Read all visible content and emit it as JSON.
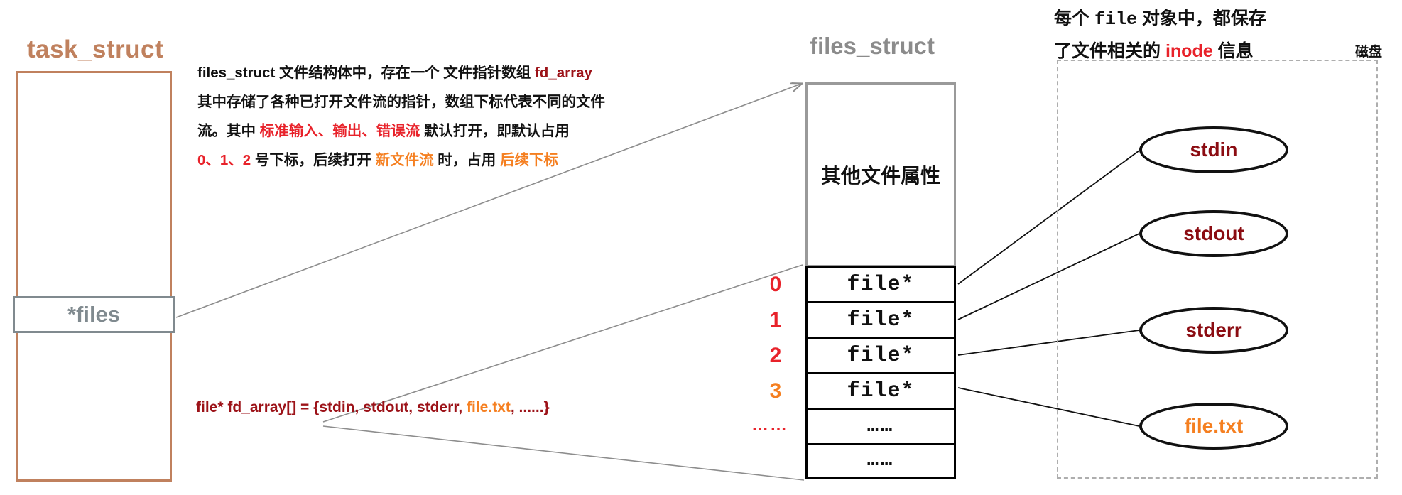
{
  "task_struct": {
    "title": "task_struct",
    "field_label": "*files"
  },
  "paragraph": {
    "line1_a": "files_struct 文件结构体中，存在一个 文件指针数组 ",
    "line1_b": "fd_array",
    "line2": "其中存储了各种已打开文件流的指针，数组下标代表不同的文件",
    "line3_a": "流。其中 ",
    "line3_b": "标准输入、输出、错误流",
    "line3_c": " 默认打开，即默认占用",
    "line4_a": "0、1、2",
    "line4_b": " 号下标，后续打开 ",
    "line4_c": "新文件流",
    "line4_d": " 时，占用 ",
    "line4_e": "后续下标"
  },
  "files_struct": {
    "title": "files_struct",
    "attrs_label": "其他文件属性",
    "indices": [
      "0",
      "1",
      "2",
      "3",
      "……"
    ],
    "rows": [
      {
        "label": "file*"
      },
      {
        "label": "file*"
      },
      {
        "label": "file*"
      },
      {
        "label": "file*"
      },
      {
        "label": "……"
      },
      {
        "label": "……"
      }
    ]
  },
  "disk": {
    "note_line1_a": "每个 ",
    "note_line1_b": "file",
    "note_line1_c": " 对象中，都保存",
    "note_line2_a": "了文件相关的 ",
    "note_line2_b": "inode",
    "note_line2_c": " 信息",
    "region_label": "磁盘",
    "files": [
      {
        "name": "stdin"
      },
      {
        "name": "stdout"
      },
      {
        "name": "stderr"
      },
      {
        "name": "file.txt"
      }
    ]
  },
  "code": {
    "prefix": "file* fd_array[] = {stdin, stdout, stderr, ",
    "highlight": "file.txt",
    "suffix": ", ......}"
  },
  "colors": {
    "task_accent": "#c0815e",
    "files_struct_gray": "#8b8b8b",
    "red": "#e8222a",
    "orange": "#f57f20",
    "dark_red": "#9c1218",
    "ellipse_text": "#8b0c12"
  }
}
